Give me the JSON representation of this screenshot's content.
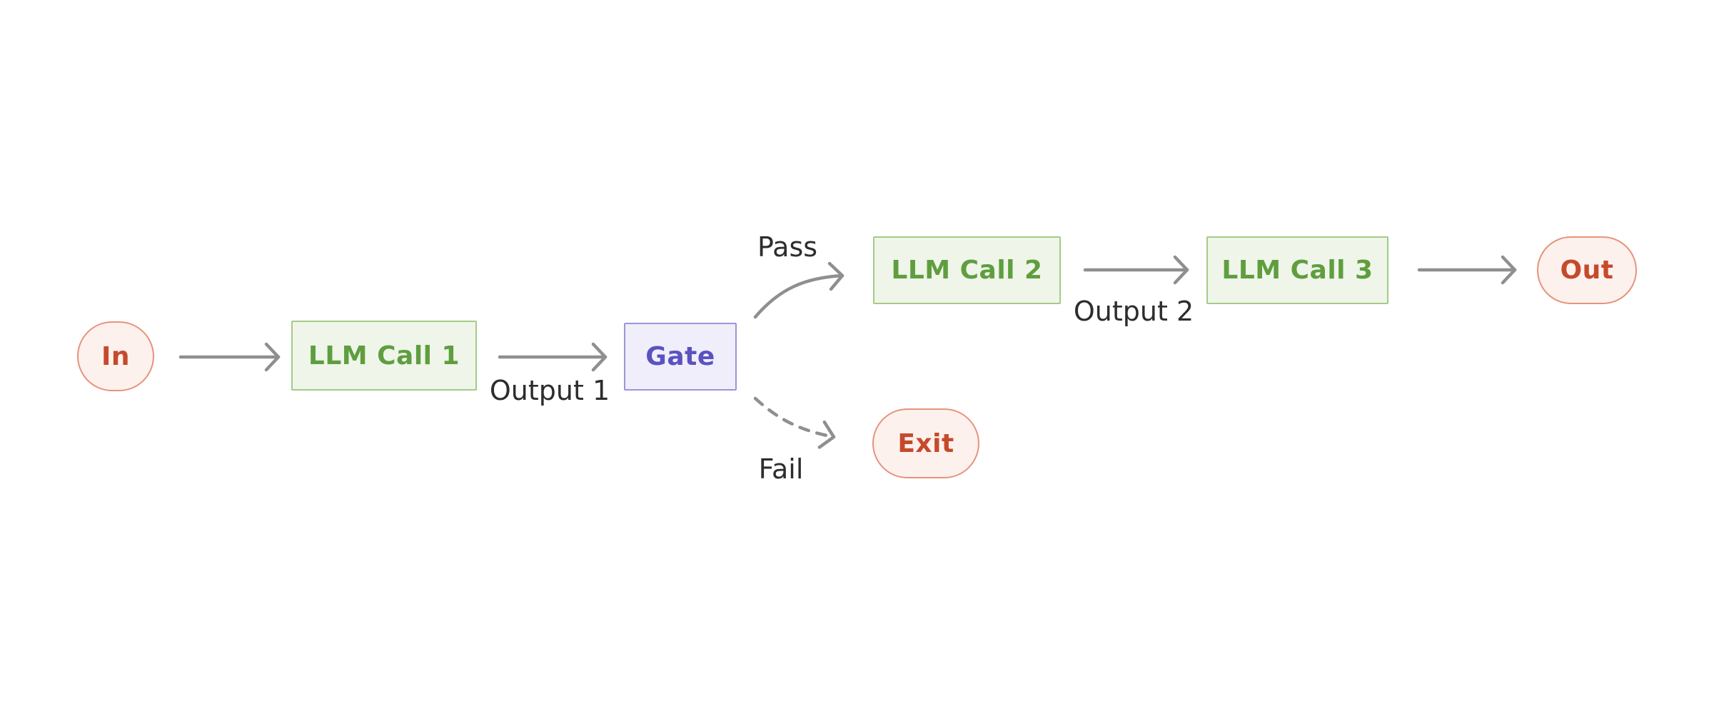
{
  "diagram_type": "flowchart",
  "colors": {
    "arrow": "#8f8f8f",
    "label_text": "#2d2d2d",
    "green_fill": "#eff5e9",
    "green_border": "#a3cb87",
    "green_text": "#5f9e3f",
    "purple_fill": "#efeefa",
    "purple_border": "#9a96d8",
    "purple_text": "#5b52c0",
    "pill_fill": "#fdf1ed",
    "pill_border": "#e6937c",
    "pill_text": "#c54a2c",
    "background": "#ffffff"
  },
  "nodes": {
    "in": {
      "label": "In",
      "shape": "pill",
      "color": "orange"
    },
    "llm1": {
      "label": "LLM Call 1",
      "shape": "box",
      "color": "green"
    },
    "gate": {
      "label": "Gate",
      "shape": "box",
      "color": "purple"
    },
    "llm2": {
      "label": "LLM Call 2",
      "shape": "box",
      "color": "green"
    },
    "llm3": {
      "label": "LLM Call 3",
      "shape": "box",
      "color": "green"
    },
    "out": {
      "label": "Out",
      "shape": "pill",
      "color": "orange"
    },
    "exit": {
      "label": "Exit",
      "shape": "pill",
      "color": "orange"
    }
  },
  "edges": [
    {
      "from": "in",
      "to": "llm1",
      "style": "solid",
      "label": ""
    },
    {
      "from": "llm1",
      "to": "gate",
      "style": "solid",
      "label": "Output 1"
    },
    {
      "from": "gate",
      "to": "llm2",
      "style": "solid",
      "label": "Pass"
    },
    {
      "from": "llm2",
      "to": "llm3",
      "style": "solid",
      "label": "Output 2"
    },
    {
      "from": "llm3",
      "to": "out",
      "style": "solid",
      "label": ""
    },
    {
      "from": "gate",
      "to": "exit",
      "style": "dashed",
      "label": "Fail"
    }
  ]
}
